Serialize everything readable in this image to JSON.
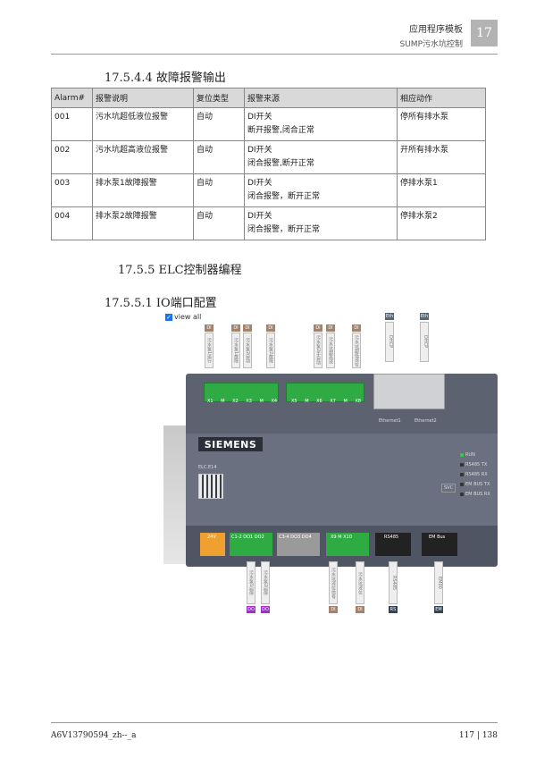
{
  "header": {
    "title": "应用程序模板",
    "subtitle": "SUMP污水坑控制",
    "chapter": "17"
  },
  "section_alarm": {
    "heading": "17.5.4.4   故障报警输出"
  },
  "alarm_table": {
    "columns": [
      "Alarm#",
      "报警说明",
      "复位类型",
      "报警来源",
      "相应动作"
    ],
    "rows": [
      {
        "id": "001",
        "desc": "污水坑超低液位报警",
        "reset": "自动",
        "src1": "DI开关",
        "src2": "断开报警,闭合正常",
        "action": "停所有排水泵"
      },
      {
        "id": "002",
        "desc": "污水坑超高液位报警",
        "reset": "自动",
        "src1": "DI开关",
        "src2": "闭合报警,断开正常",
        "action": "开所有排水泵"
      },
      {
        "id": "003",
        "desc": "排水泵1故障报警",
        "reset": "自动",
        "src1": "DI开关",
        "src2": "闭合报警，断开正常",
        "action": "停排水泵1"
      },
      {
        "id": "004",
        "desc": "排水泵2故障报警",
        "reset": "自动",
        "src1": "DI开关",
        "src2": "闭合报警，断开正常",
        "action": "停排水泵2"
      }
    ]
  },
  "section_elc": {
    "heading": "17.5.5   ELC控制器编程"
  },
  "section_io": {
    "heading": "17.5.5.1   IO端口配置"
  },
  "figure": {
    "view_all": "view all",
    "brand": "SIEMENS",
    "model": "ELC.E14",
    "top_terminals_a": [
      "X1",
      "M",
      "X2",
      "X3",
      "M",
      "X4"
    ],
    "top_terminals_b": [
      "X5",
      "M",
      "X6",
      "X7",
      "M",
      "X8"
    ],
    "ethernet": [
      "Ethernet1",
      "Ethernet2"
    ],
    "leds": [
      "RUN",
      "RS485 TX",
      "RS485 RX",
      "EM BUS TX",
      "EM BUS RX"
    ],
    "svc": "SVC",
    "bottom_blocks": [
      "24V",
      "C1-2  DO1  DO2",
      "C3-4  DO3  DO4",
      "X9  M  X10",
      "RS485",
      "EM Bus"
    ],
    "top_tags": [
      {
        "type": "DI",
        "text": "污水泵1运行"
      },
      {
        "type": "DI",
        "text": "污水泵1故障"
      },
      {
        "type": "DI",
        "text": "污水泵2自动"
      },
      {
        "type": "DI",
        "text": "污水泵2故障"
      },
      {
        "type": "DI",
        "text": "污水泵2手自动"
      },
      {
        "type": "DI",
        "text": "污水坑超高液"
      },
      {
        "type": "DI",
        "text": "污水坑超低液位"
      },
      {
        "type": "Eth",
        "text": "DHCP"
      },
      {
        "type": "Eth",
        "text": "DHCP"
      }
    ],
    "bottom_tags": [
      {
        "type": "DO",
        "text": "污水泵1启停"
      },
      {
        "type": "DO",
        "text": "污水泵2启停"
      },
      {
        "type": "DI",
        "text": "污水坑液位信号"
      },
      {
        "type": "DI",
        "text": "污水坑液位"
      },
      {
        "type": "RS",
        "text": "RS485"
      },
      {
        "type": "EM",
        "text": "EM00"
      }
    ]
  },
  "footer": {
    "doc_id": "A6V13790594_zh--_a",
    "page": "117",
    "total": "138"
  }
}
